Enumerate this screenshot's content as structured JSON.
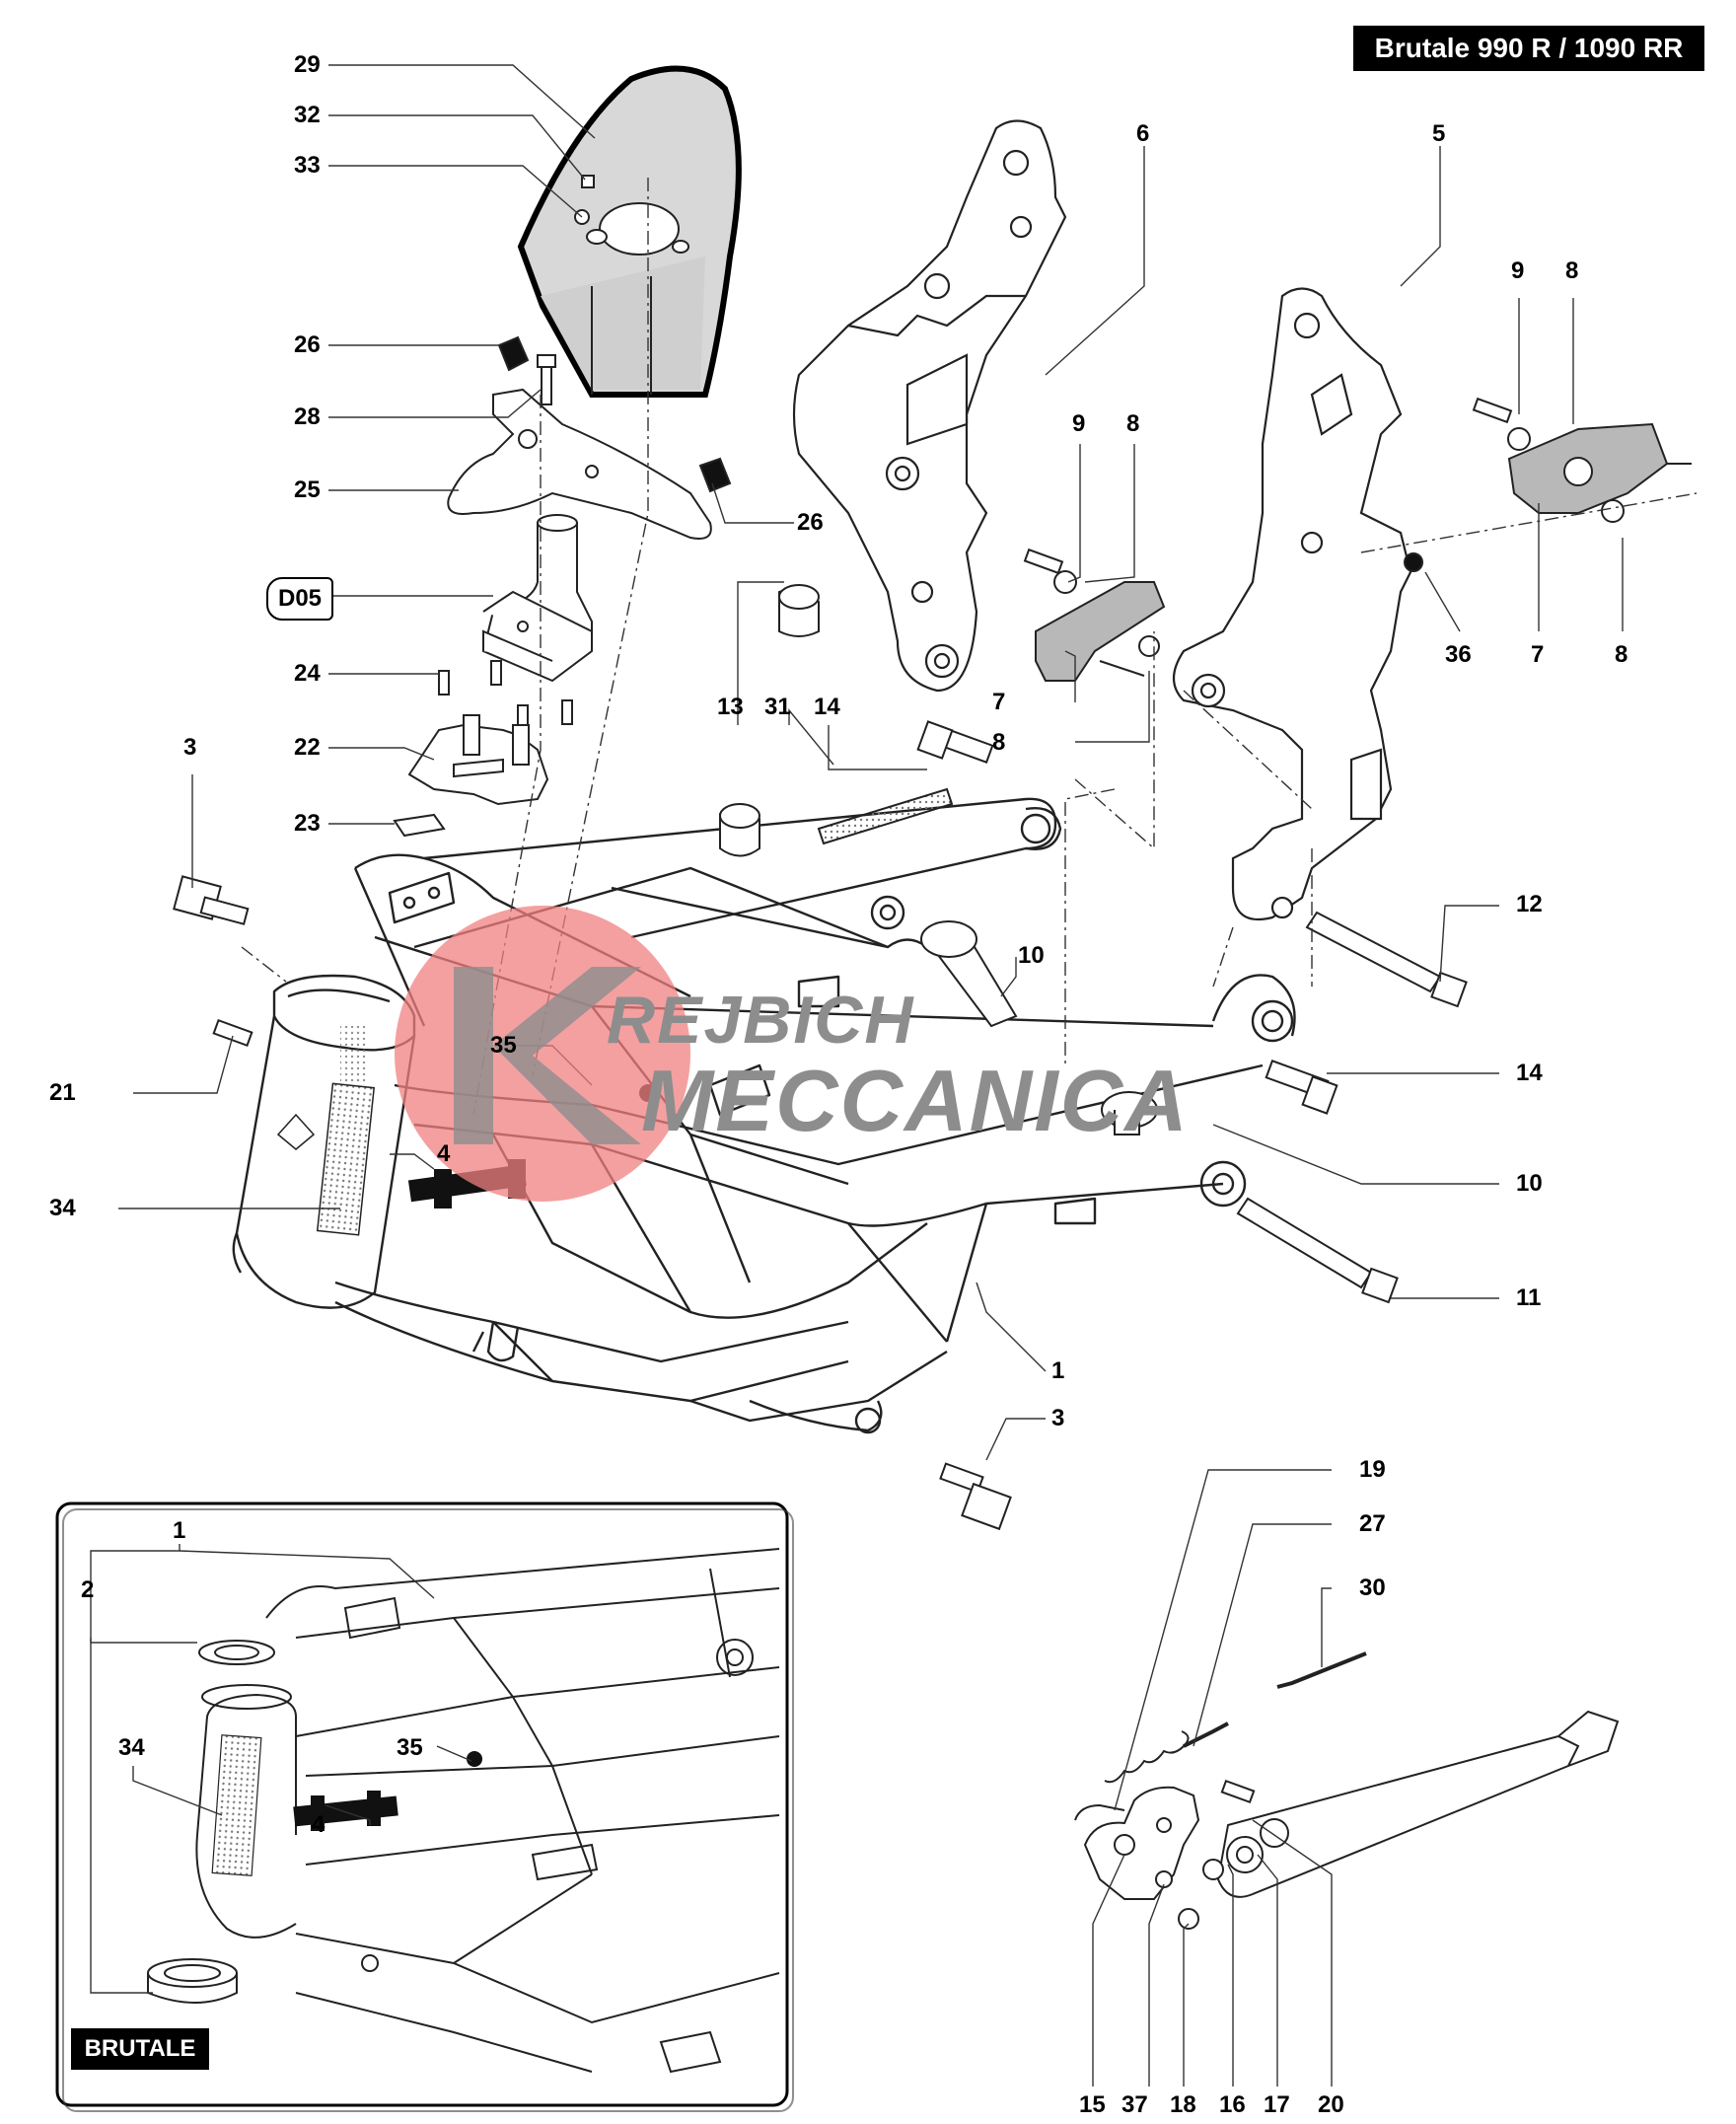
{
  "header": {
    "model_title": "Brutale 990 R / 1090 RR"
  },
  "reference_tag": "D05",
  "inset": {
    "label": "BRUTALE"
  },
  "watermark": {
    "line1": "REJBICH",
    "line2": "MECCANICA",
    "badge_color": "#f08080"
  },
  "callouts": {
    "c29": "29",
    "c32": "32",
    "c33": "33",
    "c26a": "26",
    "c28": "28",
    "c25": "25",
    "c26b": "26",
    "c24": "24",
    "c22": "22",
    "c23": "23",
    "c3a": "3",
    "c21": "21",
    "c35": "35",
    "c4": "4",
    "c34": "34",
    "c13": "13",
    "c31": "31",
    "c14a": "14",
    "c6": "6",
    "c5": "5",
    "c9a": "9",
    "c8a": "8",
    "c9b": "9",
    "c8b": "8",
    "c7a": "7",
    "c8c": "8",
    "c36": "36",
    "c7b": "7",
    "c8d": "8",
    "c12": "12",
    "c10a": "10",
    "c14b": "14",
    "c10b": "10",
    "c11": "11",
    "c1": "1",
    "c3b": "3",
    "c19": "19",
    "c27": "27",
    "c30": "30",
    "c15": "15",
    "c37": "37",
    "c18": "18",
    "c16": "16",
    "c17": "17",
    "c20": "20",
    "i1": "1",
    "i2": "2",
    "i34": "34",
    "i35": "35",
    "i4": "4"
  }
}
